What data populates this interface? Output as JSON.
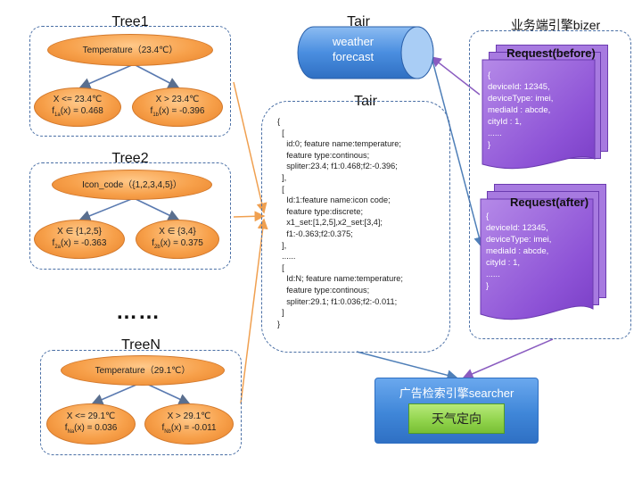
{
  "trees": [
    {
      "title": "Tree1",
      "root": "Temperature（23.4℃）",
      "left_cond": "X <= 23.4℃",
      "left_f_pre": "f",
      "left_f_sub": "1a",
      "left_f_post": "(x) = 0.468",
      "right_cond": "X > 23.4℃",
      "right_f_pre": "f",
      "right_f_sub": "1b",
      "right_f_post": "(x) = -0.396"
    },
    {
      "title": "Tree2",
      "root": "Icon_code（{1,2,3,4,5}）",
      "left_cond": "X ∈ {1,2,5}",
      "left_f_pre": "f",
      "left_f_sub": "2a",
      "left_f_post": "(x) = -0.363",
      "right_cond": "X ∈ {3,4}",
      "right_f_pre": "f",
      "right_f_sub": "2b",
      "right_f_post": "(x) = 0.375"
    },
    {
      "title": "TreeN",
      "root": "Temperature（29.1℃）",
      "left_cond": "X <= 29.1℃",
      "left_f_pre": "f",
      "left_f_sub": "Na",
      "left_f_post": "(x) = 0.036",
      "right_cond": "X > 29.1℃",
      "right_f_pre": "f",
      "right_f_sub": "Nb",
      "right_f_post": "(x) = -0.011"
    }
  ],
  "ellipsis": "……",
  "tair_top": {
    "title": "Tair",
    "line1": "weather",
    "line2": "forecast"
  },
  "tair_box": {
    "title": "Tair",
    "lines": [
      "{",
      "  [",
      "    id:0; feature name:temperature;",
      "    feature type:continous;",
      "    spliter:23.4; f1:0.468;f2:-0.396;",
      "  ],",
      "  [",
      "    Id:1:feature name:icon code;",
      "    feature type:discrete;",
      "    x1_set:[1,2,5],x2_set:[3,4];",
      "    f1:-0.363;f2:0.375;",
      "  ],",
      "  ......",
      "  [",
      "    Id:N; feature name:temperature;",
      "    feature type:continous;",
      "    spliter:29.1; f1:0.036;f2:-0.011;",
      "  ]",
      "}"
    ]
  },
  "bizer": {
    "title": "业务端引擎bizer",
    "before_title": "Request(before)",
    "before_lines": [
      "{",
      "deviceId: 12345,",
      "deviceType: imei,",
      "mediaId : abcde,",
      "cityId : 1,",
      "......",
      "}"
    ],
    "after_title": "Request(after)",
    "after_lines": [
      "{",
      "deviceId: 12345,",
      "deviceType: imei,",
      "mediaId : abcde,",
      "cityId : 1,",
      "......",
      "}"
    ]
  },
  "searcher": {
    "title": "广告检索引擎searcher",
    "inner": "天气定向"
  },
  "colors": {
    "dashed_border": "#4a6fa5",
    "oval_fill": "#f7a04a",
    "orange_arrow": "#f0a050",
    "purple_paper": "#8d52d6",
    "blue_box": "#3f86d8",
    "green_box": "#8fd24a"
  }
}
